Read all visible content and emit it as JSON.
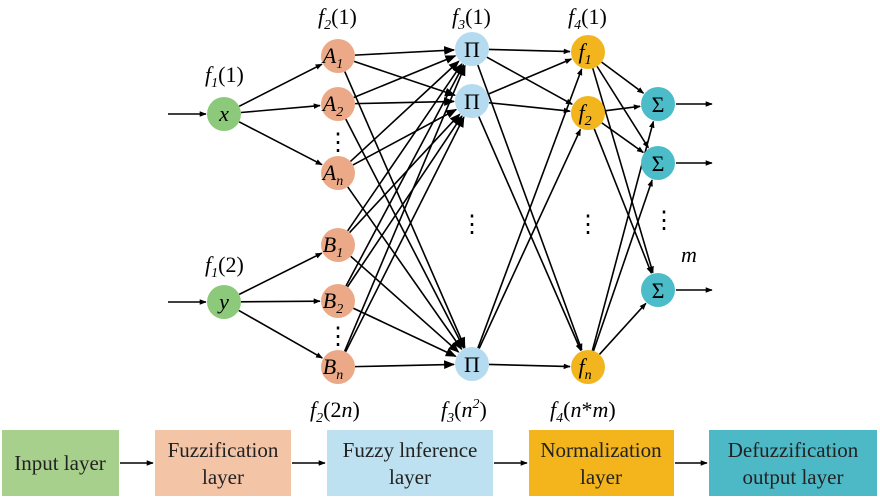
{
  "colors": {
    "input_node": "#8cc97a",
    "fuzz_node": "#eba987",
    "infer_node": "#b4dbef",
    "norm_node": "#f2b51d",
    "defuzz_node": "#4cbdc8",
    "input_box": "#a8d08d",
    "fuzz_box": "#f4c4a7",
    "infer_box": "#bde1f0",
    "norm_box": "#f3b41c",
    "defuzz_box": "#4db8c6"
  },
  "nodes": {
    "input_x": "x",
    "input_y": "y",
    "fuzz_a": "A",
    "fuzz_b": "B",
    "fuzz_sub_1": "1",
    "fuzz_sub_2": "2",
    "fuzz_sub_n": "n",
    "pi": "Π",
    "norm_f": "f",
    "norm_sub_1": "1",
    "norm_sub_2": "2",
    "norm_sub_n": "n",
    "sigma": "Σ"
  },
  "labels": {
    "f": "f",
    "sub_1": "1",
    "sub_2": "2",
    "sub_3": "3",
    "sub_4": "4",
    "arg_1": "(1)",
    "arg_2": "(2)",
    "arg_2n_open": "(2",
    "n": "n",
    "close": ")",
    "arg_n_open": "(",
    "sup_2": "2",
    "nm_star": "*",
    "m": "m",
    "ellipsis": "⋮"
  },
  "layers": [
    {
      "label_line1": "Input layer",
      "label_line2": ""
    },
    {
      "label_line1": "Fuzzification",
      "label_line2": "layer"
    },
    {
      "label_line1": "Fuzzy lnference",
      "label_line2": "layer"
    },
    {
      "label_line1": "Normalization",
      "label_line2": "layer"
    },
    {
      "label_line1": "Defuzzification",
      "label_line2": "output layer"
    }
  ]
}
